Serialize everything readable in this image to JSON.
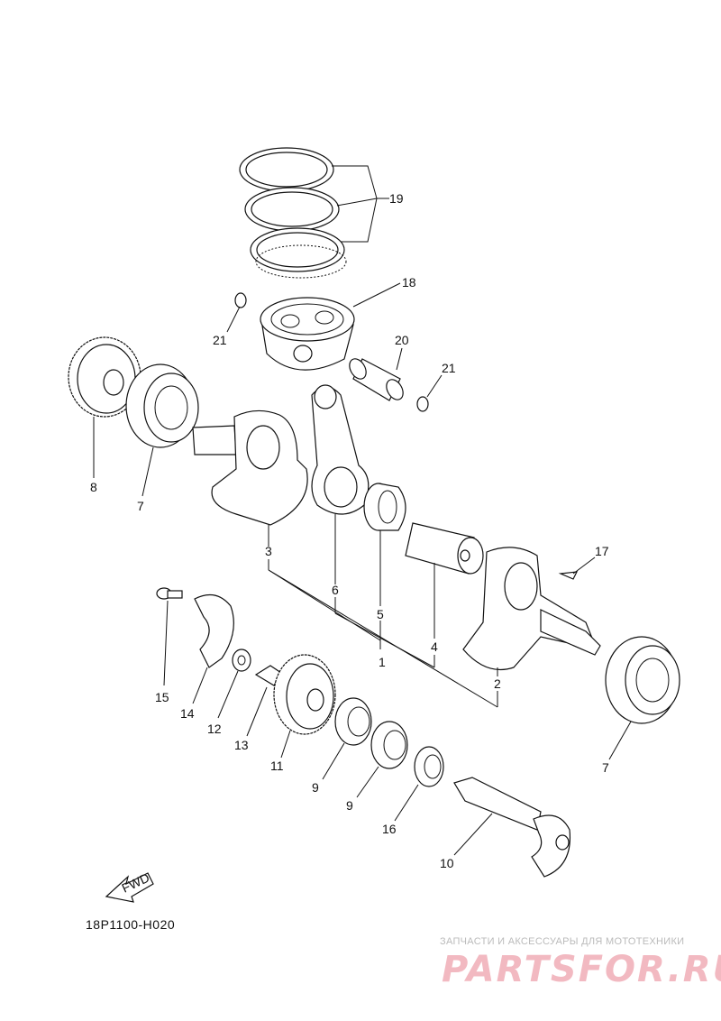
{
  "diagram": {
    "code": "18P1100-H020",
    "fwd_label": "FWD",
    "callouts": {
      "c1": "1",
      "c2": "2",
      "c3": "3",
      "c4": "4",
      "c5": "5",
      "c6": "6",
      "c7a": "7",
      "c7b": "7",
      "c8": "8",
      "c9a": "9",
      "c9b": "9",
      "c10": "10",
      "c11": "11",
      "c12": "12",
      "c13": "13",
      "c14": "14",
      "c15": "15",
      "c16": "16",
      "c17": "17",
      "c18": "18",
      "c19": "19",
      "c20": "20",
      "c21a": "21",
      "c21b": "21"
    }
  },
  "watermark": {
    "text": "ЗАПЧАСТИ И АКСЕССУАРЫ ДЛЯ МОТОТЕХНИКИ",
    "logo": "PARTSFOR.RU"
  }
}
